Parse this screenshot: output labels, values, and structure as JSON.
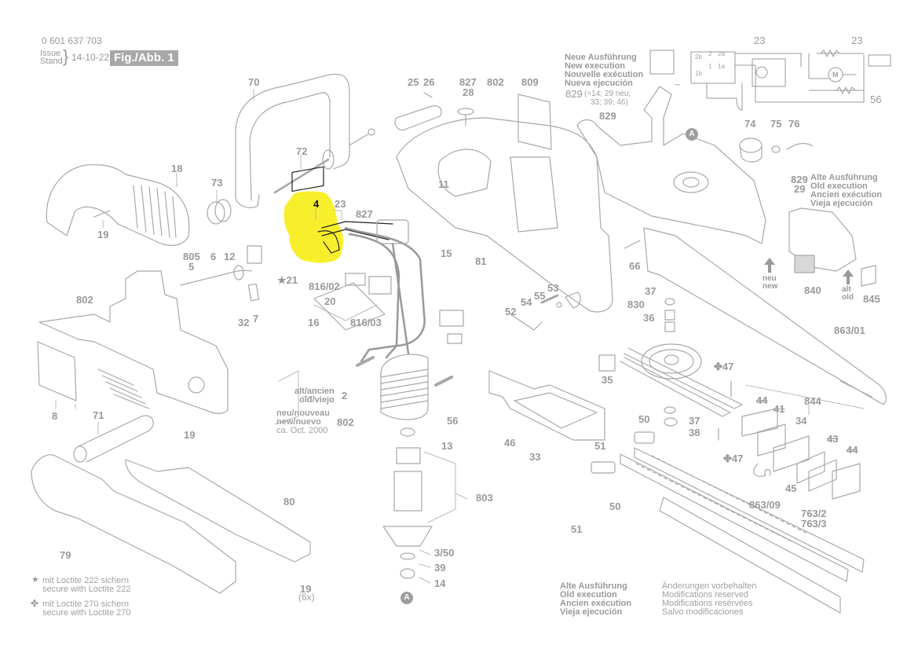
{
  "header": {
    "part_number": "0 601 637 703",
    "issue_label_line1": "Issue",
    "issue_label_line2": "Stand",
    "issue_date": "14-10-22",
    "figure_label": "Fig./Abb. 1"
  },
  "highlight": {
    "part": "4",
    "color": "#f7ef2c"
  },
  "new_execution_note": {
    "lines": [
      "Neue Ausführung",
      "New execution",
      "Nouvelle exécution",
      "Nueva ejecución"
    ],
    "part": "829",
    "detail_line1": "(=14; 29 neu;",
    "detail_line2": "33; 39; 46)"
  },
  "old_execution_note_top": {
    "parts": [
      "829",
      "29"
    ],
    "lines": [
      "Alte Ausführung",
      "Old execution",
      "Ancien exécution",
      "Vieja ejecución"
    ]
  },
  "old_execution_note_bottom": {
    "lines": [
      "Alte Ausführung",
      "Old execution",
      "Ancien exécution",
      "Vieja ejecución"
    ]
  },
  "modifications_note": {
    "lines": [
      "Änderungen vorbehalten",
      "Modifications reserved",
      "Modifications resérvées",
      "Salvo modificaciones"
    ]
  },
  "field_coil_note": {
    "old_line1": "alt/ancien",
    "old_line2": "old/viejo",
    "old_part": "2",
    "new_line1": "neu/nouveau",
    "new_line2": "new/nuevo",
    "new_line3": "ca. Oct. 2000",
    "new_part": "802"
  },
  "legend": {
    "star_line1": "mit Loctite 222 sichern",
    "star_line2": "secure with Loctite 222",
    "clover_line1": "mit Loctite 270 sichern",
    "clover_line2": "secure with Loctite 270"
  },
  "arrow_labels": {
    "neu": "neu",
    "new": "new",
    "alt": "alt",
    "old": "old"
  },
  "circuit": {
    "label_23_left": "23",
    "label_23_right": "23",
    "label_56": "56",
    "terminals": [
      "2",
      "2a",
      "2b",
      "1",
      "1a",
      "1b"
    ],
    "motor": "M",
    "ac_symbol": "~"
  },
  "reference_marker": "A",
  "part_labels": [
    {
      "id": "70",
      "text": "70"
    },
    {
      "id": "72",
      "text": "72"
    },
    {
      "id": "18",
      "text": "18"
    },
    {
      "id": "73",
      "text": "73"
    },
    {
      "id": "19a",
      "text": "19"
    },
    {
      "id": "4",
      "text": "4"
    },
    {
      "id": "23",
      "text": "23"
    },
    {
      "id": "827a",
      "text": "827"
    },
    {
      "id": "25",
      "text": "25"
    },
    {
      "id": "26",
      "text": "26"
    },
    {
      "id": "827b",
      "text": "827"
    },
    {
      "id": "28",
      "text": "28"
    },
    {
      "id": "802a",
      "text": "802"
    },
    {
      "id": "809",
      "text": "809"
    },
    {
      "id": "11",
      "text": "11"
    },
    {
      "id": "15",
      "text": "15"
    },
    {
      "id": "81",
      "text": "81"
    },
    {
      "id": "805",
      "text": "805"
    },
    {
      "id": "5",
      "text": "5"
    },
    {
      "id": "6",
      "text": "6"
    },
    {
      "id": "12",
      "text": "12"
    },
    {
      "id": "21",
      "text": "★21"
    },
    {
      "id": "816_02",
      "text": "816/02"
    },
    {
      "id": "20",
      "text": "20"
    },
    {
      "id": "16",
      "text": "16"
    },
    {
      "id": "816_03",
      "text": "816/03"
    },
    {
      "id": "32",
      "text": "32"
    },
    {
      "id": "7",
      "text": "7"
    },
    {
      "id": "802b",
      "text": "802"
    },
    {
      "id": "8",
      "text": "8"
    },
    {
      "id": "71",
      "text": "71"
    },
    {
      "id": "19b",
      "text": "19"
    },
    {
      "id": "53",
      "text": "53"
    },
    {
      "id": "55",
      "text": "55"
    },
    {
      "id": "54",
      "text": "54"
    },
    {
      "id": "52",
      "text": "52"
    },
    {
      "id": "56",
      "text": "56"
    },
    {
      "id": "46",
      "text": "46"
    },
    {
      "id": "33",
      "text": "33"
    },
    {
      "id": "13",
      "text": "13"
    },
    {
      "id": "803",
      "text": "803"
    },
    {
      "id": "3_50",
      "text": "3/50"
    },
    {
      "id": "39",
      "text": "39"
    },
    {
      "id": "14",
      "text": "14"
    },
    {
      "id": "79",
      "text": "79"
    },
    {
      "id": "80",
      "text": "80"
    },
    {
      "id": "19c",
      "text": "19"
    },
    {
      "id": "6x",
      "text": "(6x)"
    },
    {
      "id": "829",
      "text": "829"
    },
    {
      "id": "74",
      "text": "74"
    },
    {
      "id": "75",
      "text": "75"
    },
    {
      "id": "76",
      "text": "76"
    },
    {
      "id": "66",
      "text": "66"
    },
    {
      "id": "37a",
      "text": "37"
    },
    {
      "id": "830",
      "text": "830"
    },
    {
      "id": "36",
      "text": "36"
    },
    {
      "id": "863_01",
      "text": "863/01"
    },
    {
      "id": "35",
      "text": "35"
    },
    {
      "id": "47a",
      "text": "✤47"
    },
    {
      "id": "37b",
      "text": "37"
    },
    {
      "id": "38",
      "text": "38"
    },
    {
      "id": "47b",
      "text": "✤47"
    },
    {
      "id": "50a",
      "text": "50"
    },
    {
      "id": "51a",
      "text": "51"
    },
    {
      "id": "844",
      "text": "844"
    },
    {
      "id": "44a",
      "text": "44"
    },
    {
      "id": "41",
      "text": "41"
    },
    {
      "id": "34",
      "text": "34"
    },
    {
      "id": "43",
      "text": "43"
    },
    {
      "id": "44b",
      "text": "44"
    },
    {
      "id": "45",
      "text": "45"
    },
    {
      "id": "863_09",
      "text": "863/09"
    },
    {
      "id": "763_2",
      "text": "763/2"
    },
    {
      "id": "763_3",
      "text": "763/3"
    },
    {
      "id": "50b",
      "text": "50"
    },
    {
      "id": "51b",
      "text": "51"
    },
    {
      "id": "840",
      "text": "840"
    },
    {
      "id": "845",
      "text": "845"
    }
  ]
}
